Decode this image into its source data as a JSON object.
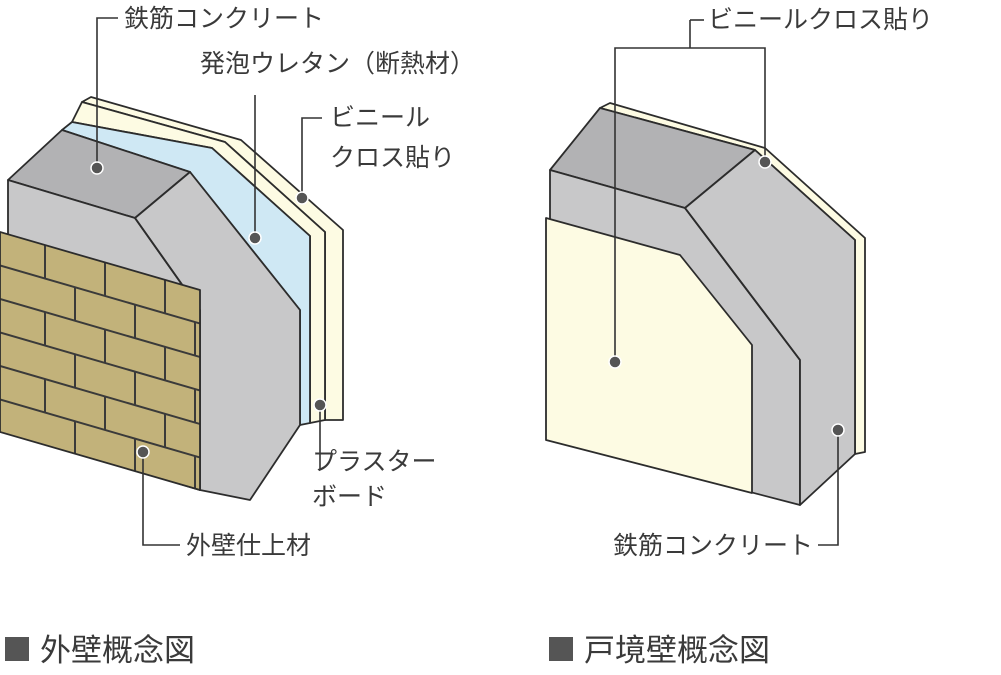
{
  "colors": {
    "concrete_front": "#c8c8c9",
    "concrete_top": "#b2b2b4",
    "board": "#fdfbe3",
    "foam": "#cfe8f4",
    "brick": "#c2b27a",
    "mortar": "#3a3a3a",
    "text": "#3a3a3a"
  },
  "exterior": {
    "caption": "外壁概念図",
    "labels": {
      "concrete": "鉄筋コンクリート",
      "foam": "発泡ウレタン（断熱材）",
      "vinyl_line1": "ビニール",
      "vinyl_line2": "クロス貼り",
      "plaster_line1": "プラスター",
      "plaster_line2": "ボード",
      "finish": "外壁仕上材"
    }
  },
  "partition": {
    "caption": "戸境壁概念図",
    "labels": {
      "vinyl": "ビニールクロス貼り",
      "concrete": "鉄筋コンクリート"
    }
  }
}
